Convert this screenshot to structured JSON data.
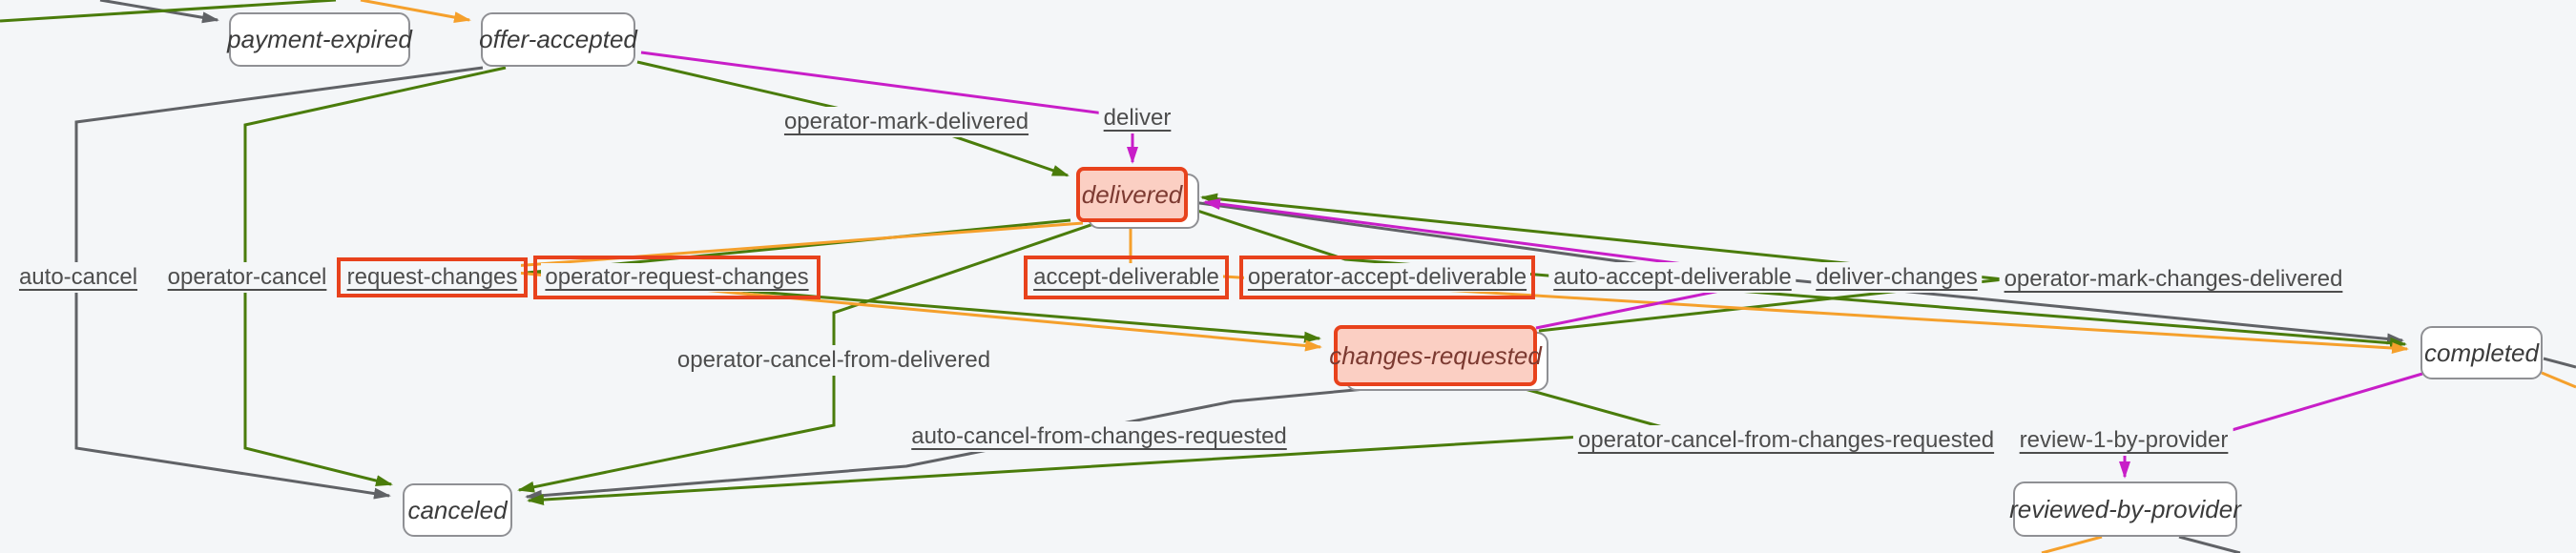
{
  "diagram": {
    "type": "state-machine-graph",
    "background_color": "#f4f6f8",
    "colors": {
      "edge_orange": "#f5a02c",
      "edge_green": "#4a7c0b",
      "edge_gray": "#606266",
      "edge_magenta": "#c81ec8",
      "highlight_border": "#e8421c",
      "highlight_fill": "#fbcfc3",
      "node_border": "#8f9094",
      "node_fill": "#ffffff",
      "label_text": "#4d4d4d"
    },
    "nodes": [
      {
        "id": "payment-expired",
        "label": "payment-expired",
        "highlighted": false
      },
      {
        "id": "offer-accepted",
        "label": "offer-accepted",
        "highlighted": false
      },
      {
        "id": "delivered",
        "label": "delivered",
        "highlighted": true
      },
      {
        "id": "changes-requested",
        "label": "changes-requested",
        "highlighted": true
      },
      {
        "id": "completed",
        "label": "completed",
        "highlighted": false
      },
      {
        "id": "canceled",
        "label": "canceled",
        "highlighted": false
      },
      {
        "id": "reviewed-by-provider",
        "label": "reviewed-by-provider",
        "highlighted": false
      }
    ],
    "edge_labels": [
      {
        "text": "operator-mark-delivered",
        "underlined": true,
        "boxed": false
      },
      {
        "text": "deliver",
        "underlined": true,
        "boxed": false
      },
      {
        "text": "auto-cancel",
        "underlined": true,
        "boxed": false
      },
      {
        "text": "operator-cancel",
        "underlined": true,
        "boxed": false
      },
      {
        "text": "request-changes",
        "underlined": true,
        "boxed": true
      },
      {
        "text": "operator-request-changes",
        "underlined": true,
        "boxed": true
      },
      {
        "text": "accept-deliverable",
        "underlined": true,
        "boxed": true
      },
      {
        "text": "operator-accept-deliverable",
        "underlined": true,
        "boxed": true
      },
      {
        "text": "auto-accept-deliverable",
        "underlined": true,
        "boxed": false
      },
      {
        "text": "deliver-changes",
        "underlined": true,
        "boxed": false
      },
      {
        "text": "operator-mark-changes-delivered",
        "underlined": true,
        "boxed": false
      },
      {
        "text": "operator-cancel-from-delivered",
        "underlined": false,
        "boxed": false
      },
      {
        "text": "auto-cancel-from-changes-requested",
        "underlined": true,
        "boxed": false
      },
      {
        "text": "operator-cancel-from-changes-requested",
        "underlined": true,
        "boxed": false
      },
      {
        "text": "review-1-by-provider",
        "underlined": true,
        "boxed": false
      }
    ],
    "edges": [
      {
        "label": "deliver",
        "from": "offer-accepted",
        "to": "delivered",
        "color": "magenta"
      },
      {
        "label": "operator-mark-delivered",
        "from": "offer-accepted",
        "to": "delivered",
        "color": "green"
      },
      {
        "label": "auto-cancel",
        "from": "offer-accepted",
        "to": "canceled",
        "color": "gray"
      },
      {
        "label": "operator-cancel",
        "from": "offer-accepted",
        "to": "canceled",
        "color": "green"
      },
      {
        "label": "request-changes",
        "from": "delivered",
        "to": "changes-requested",
        "color": "orange"
      },
      {
        "label": "operator-request-changes",
        "from": "delivered",
        "to": "changes-requested",
        "color": "green"
      },
      {
        "label": "accept-deliverable",
        "from": "delivered",
        "to": "completed",
        "color": "orange"
      },
      {
        "label": "operator-accept-deliverable",
        "from": "delivered",
        "to": "completed",
        "color": "green"
      },
      {
        "label": "auto-accept-deliverable",
        "from": "delivered",
        "to": "completed",
        "color": "gray"
      },
      {
        "label": "operator-cancel-from-delivered",
        "from": "delivered",
        "to": "canceled",
        "color": "green"
      },
      {
        "label": "deliver-changes",
        "from": "changes-requested",
        "to": "delivered",
        "color": "magenta"
      },
      {
        "label": "operator-mark-changes-delivered",
        "from": "changes-requested",
        "to": "delivered",
        "color": "green"
      },
      {
        "label": "auto-cancel-from-changes-requested",
        "from": "changes-requested",
        "to": "canceled",
        "color": "gray"
      },
      {
        "label": "operator-cancel-from-changes-requested",
        "from": "changes-requested",
        "to": "canceled",
        "color": "green"
      },
      {
        "label": "review-1-by-provider",
        "from": "completed",
        "to": "reviewed-by-provider",
        "color": "magenta"
      }
    ]
  }
}
